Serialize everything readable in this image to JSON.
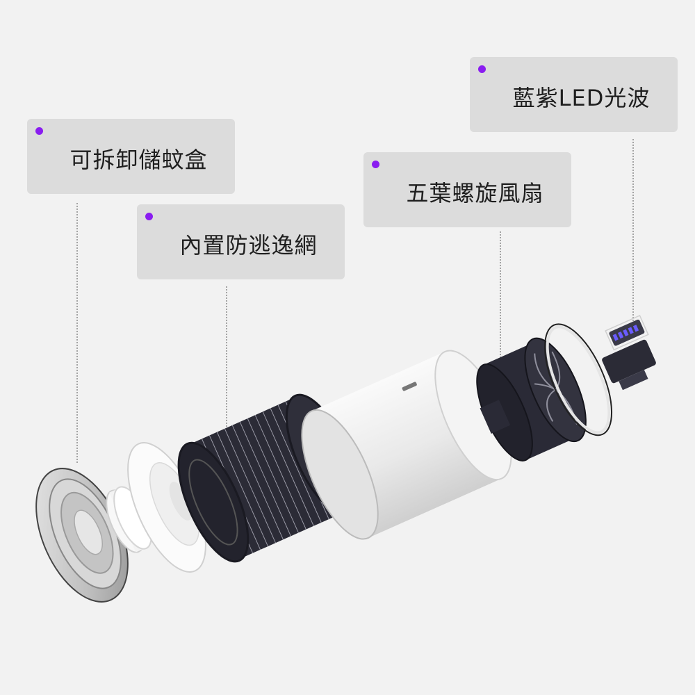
{
  "accent_color": "#8a1df0",
  "callouts": [
    {
      "id": "storage-box",
      "label": "可拆卸儲蚊盒"
    },
    {
      "id": "escape-net",
      "label": "內置防逃逸網"
    },
    {
      "id": "fan",
      "label": "五葉螺旋風扇"
    },
    {
      "id": "led",
      "label": "藍紫LED光波"
    }
  ],
  "parts": {
    "storage_box": "storage-box-part",
    "ring": "ring-part",
    "funnel": "funnel-part",
    "escape_net": "escape-net-part",
    "body": "cylinder-body-part",
    "fan": "fan-part",
    "led_module": "led-module-part"
  }
}
